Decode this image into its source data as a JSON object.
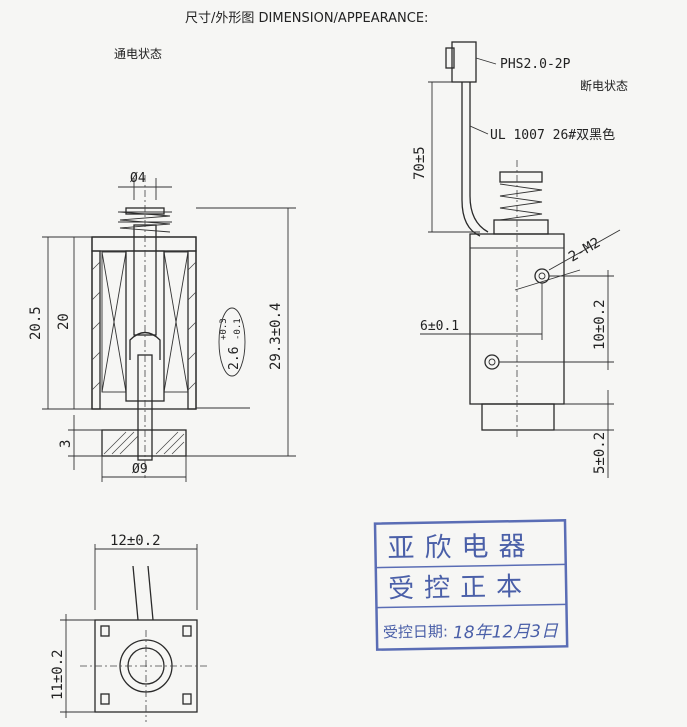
{
  "header": {
    "title": "尺寸/外形图 DIMENSION/APPEARANCE:"
  },
  "left_view": {
    "state_label": "通电状态",
    "dim_rod_dia": "Ø4",
    "dim_total_length": "20.5",
    "dim_coil_height": "20",
    "dim_stroke": "2.6",
    "dim_stroke_plus": "+0.3",
    "dim_stroke_minus": "-0.1",
    "dim_overall": "29.3±0.4",
    "dim_base_thickness": "3",
    "dim_base_dia": "Ø9"
  },
  "right_view": {
    "connector": "PHS2.0-2P",
    "state_label": "断电状态",
    "wire_spec": "UL 1007 26#双黑色",
    "dim_lead_length": "70±5",
    "dim_screw": "2-M2",
    "dim_hole_offset": "6±0.1",
    "dim_hole_spacing": "10±0.2",
    "dim_bottom": "5±0.2"
  },
  "bottom_view": {
    "dim_width": "12±0.2",
    "dim_height": "11±0.2"
  },
  "stamp": {
    "company": "亚欣电器",
    "control": "受控正本",
    "date_label": "受控日期:",
    "date_value": "18年12月3日",
    "color": "#4a5fa8"
  }
}
